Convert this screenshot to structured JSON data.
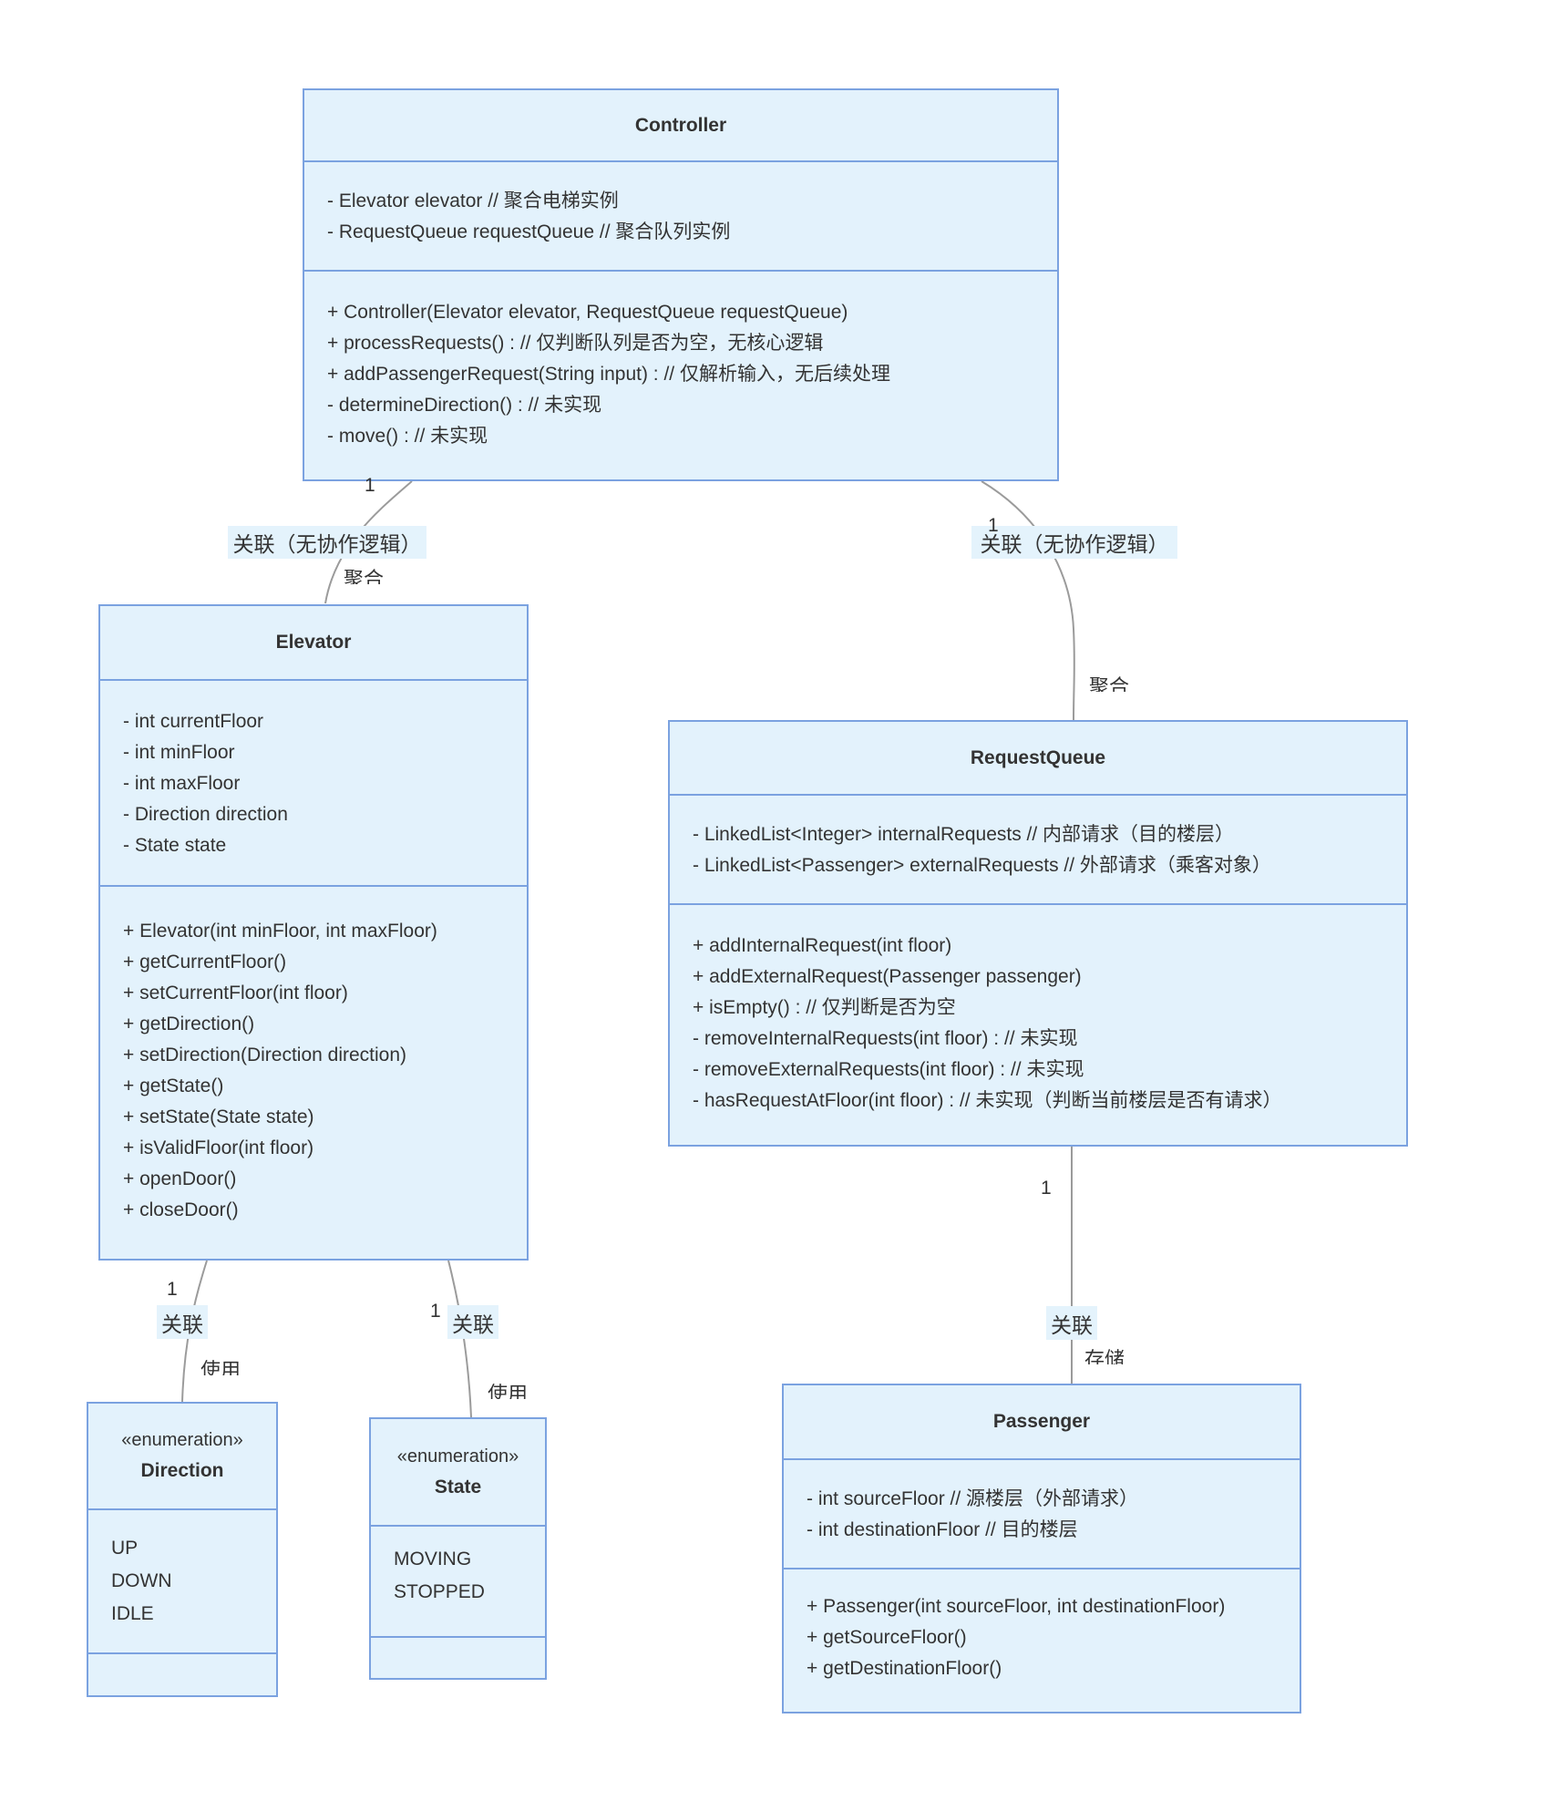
{
  "colors": {
    "box_fill": "#e3f2fc",
    "box_border": "#7ba2e0",
    "edge_line": "#9b9b9b",
    "edge_label_bg": "#e4f3fc",
    "text": "#333333"
  },
  "classes": {
    "controller": {
      "title": "Controller",
      "attributes": [
        "- Elevator elevator // 聚合电梯实例",
        "- RequestQueue requestQueue // 聚合队列实例"
      ],
      "methods": [
        "+ Controller(Elevator elevator, RequestQueue requestQueue)",
        "+ processRequests() : // 仅判断队列是否为空，无核心逻辑",
        "+ addPassengerRequest(String input) : // 仅解析输入，无后续处理",
        "- determineDirection() : // 未实现",
        "- move() : // 未实现"
      ]
    },
    "elevator": {
      "title": "Elevator",
      "attributes": [
        "- int currentFloor",
        "- int minFloor",
        "- int maxFloor",
        "- Direction direction",
        "- State state"
      ],
      "methods": [
        "+ Elevator(int minFloor, int maxFloor)",
        "+ getCurrentFloor()",
        "+ setCurrentFloor(int floor)",
        "+ getDirection()",
        "+ setDirection(Direction direction)",
        "+ getState()",
        "+ setState(State state)",
        "+ isValidFloor(int floor)",
        "+ openDoor()",
        "+ closeDoor()"
      ]
    },
    "request_queue": {
      "title": "RequestQueue",
      "attributes": [
        "- LinkedList<Integer> internalRequests // 内部请求（目的楼层）",
        "- LinkedList<Passenger> externalRequests // 外部请求（乘客对象）"
      ],
      "methods": [
        "+ addInternalRequest(int floor)",
        "+ addExternalRequest(Passenger passenger)",
        "+ isEmpty() : // 仅判断是否为空",
        "- removeInternalRequests(int floor) : // 未实现",
        "- removeExternalRequests(int floor) : // 未实现",
        "- hasRequestAtFloor(int floor) : // 未实现（判断当前楼层是否有请求）"
      ]
    },
    "passenger": {
      "title": "Passenger",
      "attributes": [
        "- int sourceFloor // 源楼层（外部请求）",
        "- int destinationFloor // 目的楼层"
      ],
      "methods": [
        "+ Passenger(int sourceFloor, int destinationFloor)",
        "+ getSourceFloor()",
        "+ getDestinationFloor()"
      ]
    },
    "direction_enum": {
      "stereotype": "«enumeration»",
      "title": "Direction",
      "values": [
        "UP",
        "DOWN",
        "IDLE"
      ]
    },
    "state_enum": {
      "stereotype": "«enumeration»",
      "title": "State",
      "values": [
        "MOVING",
        "STOPPED"
      ]
    }
  },
  "edges": {
    "controller_elevator": {
      "label": "关联（无协作逻辑）",
      "multiplicity": "1",
      "role": "聚合"
    },
    "controller_requestqueue": {
      "label": "关联（无协作逻辑）",
      "multiplicity": "1",
      "role": "聚合"
    },
    "elevator_direction": {
      "label": "关联",
      "multiplicity": "1",
      "role": "使用"
    },
    "elevator_state": {
      "label": "关联",
      "multiplicity": "1",
      "role": "使用"
    },
    "requestqueue_passenger": {
      "label": "关联",
      "multiplicity": "1",
      "role": "存储"
    }
  }
}
